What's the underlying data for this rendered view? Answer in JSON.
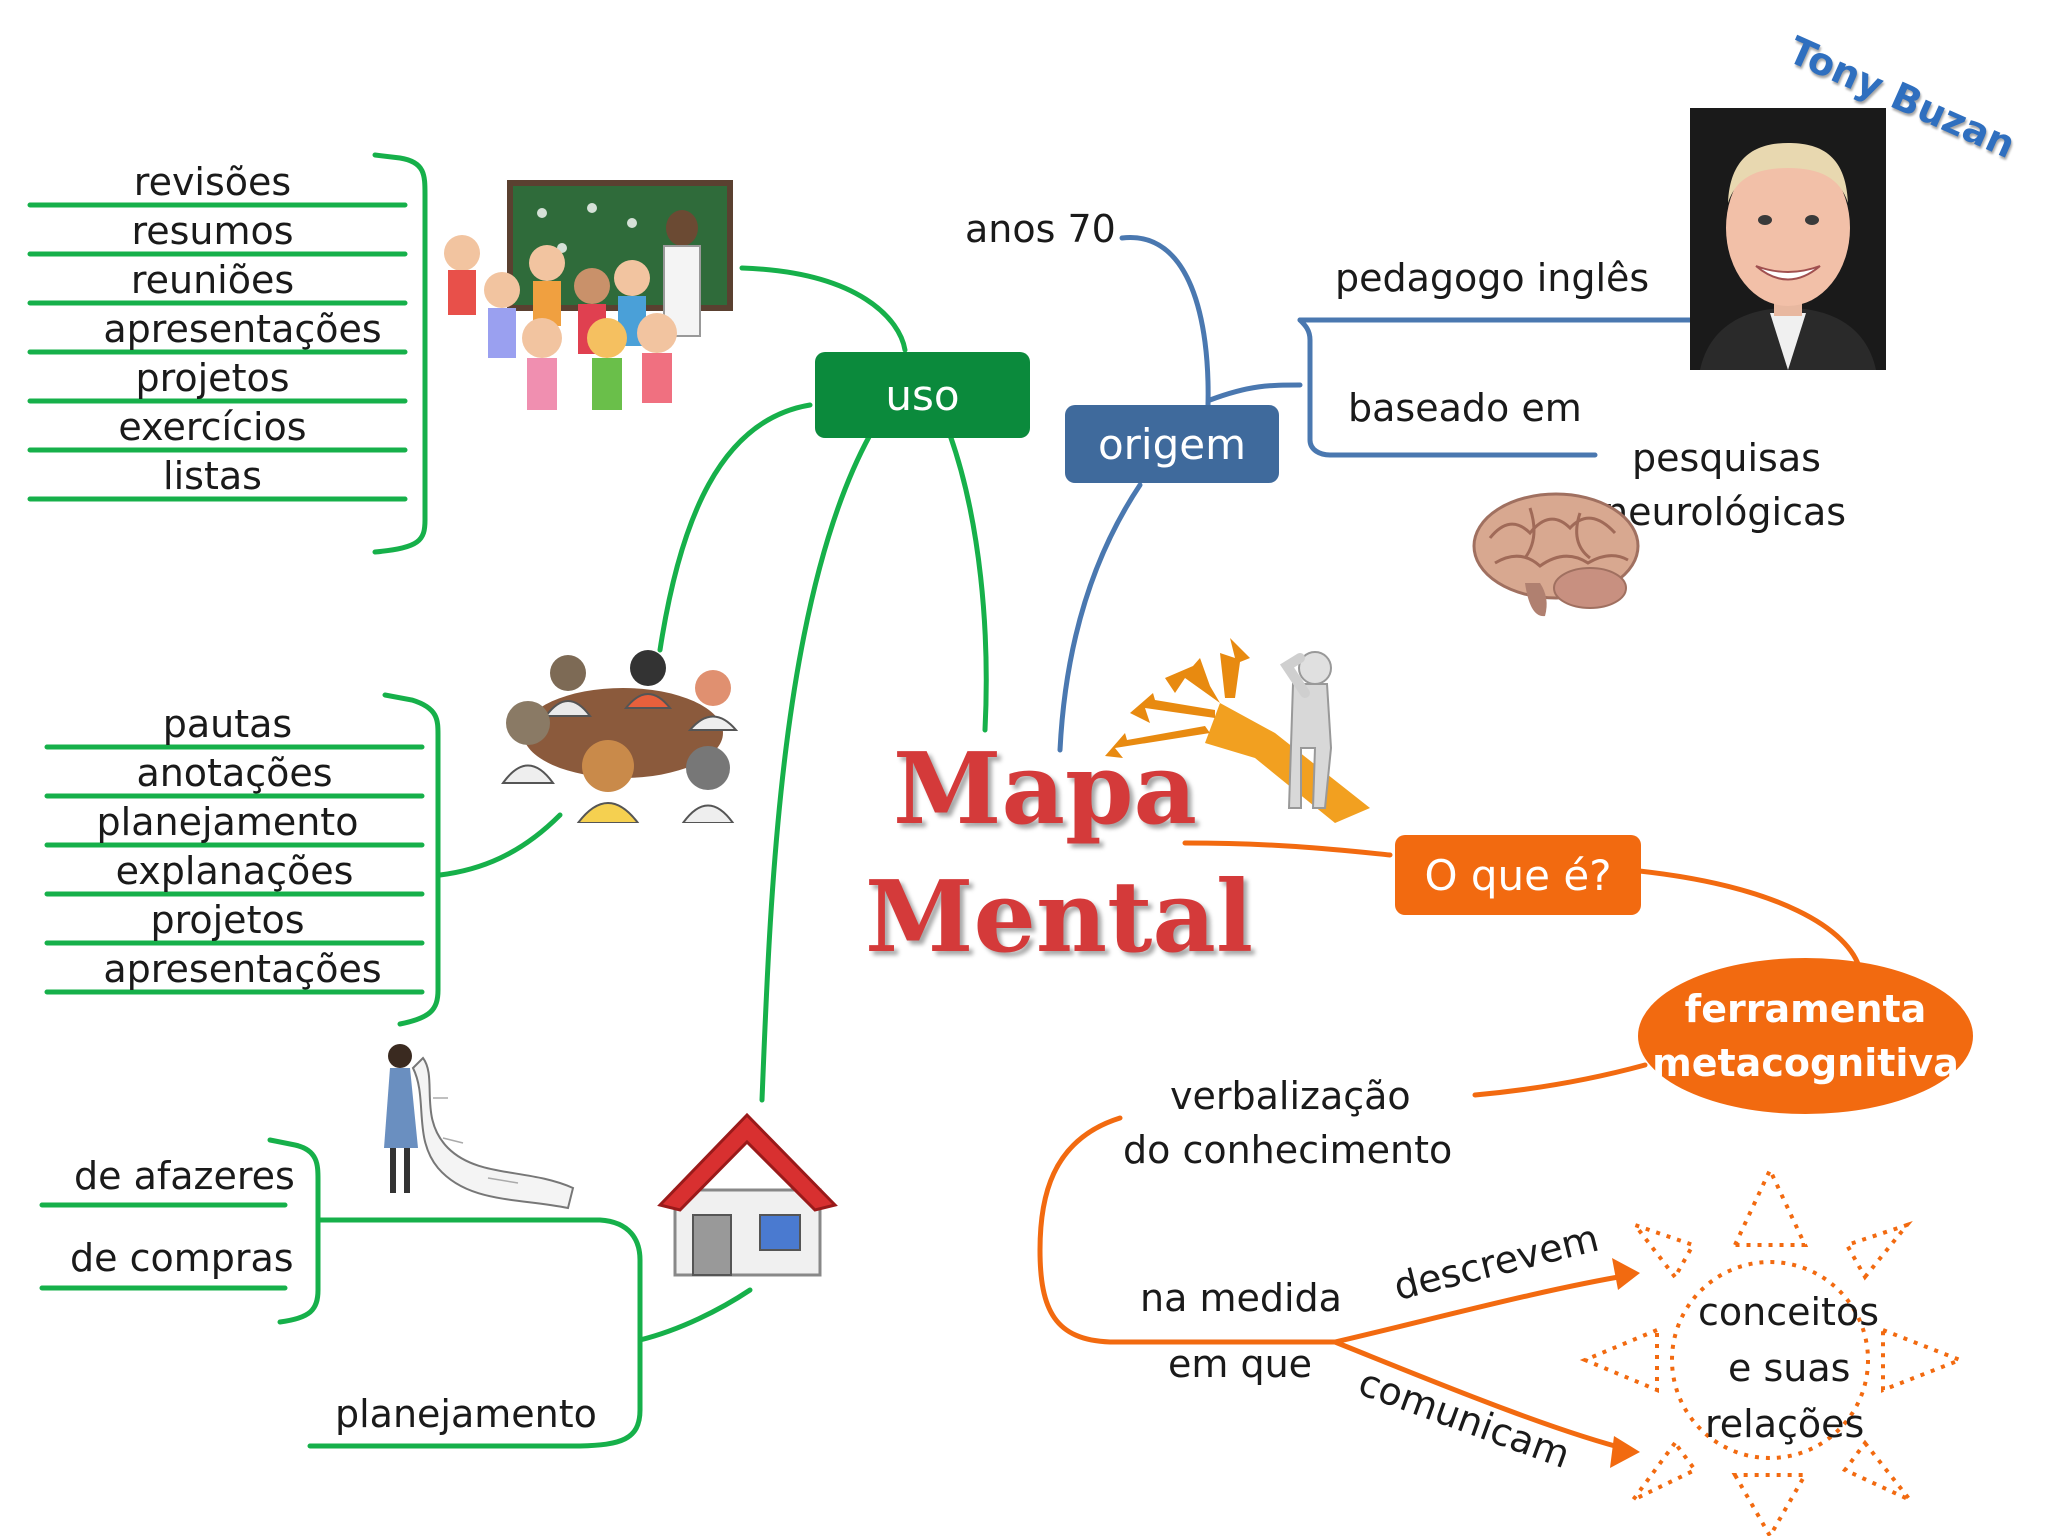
{
  "title": {
    "line1": "Mapa",
    "line2": "Mental"
  },
  "colors": {
    "green": "#0b8a3c",
    "green_line": "#16b04a",
    "blue": "#3f6a9c",
    "blue_line": "#4a78b0",
    "orange": "#f26a10"
  },
  "uso": {
    "label": "uso",
    "list1": [
      "revisões",
      "resumos",
      "reuniões",
      "apresentações",
      "projetos",
      "exercícios",
      "listas"
    ],
    "list2": [
      "pautas",
      "anotações",
      "planejamento",
      "explanações",
      "projetos",
      "apresentações"
    ],
    "list3": [
      "de afazeres",
      "de compras"
    ],
    "planejamento": "planejamento"
  },
  "origem": {
    "label": "origem",
    "anos": "anos 70",
    "pedagogo": "pedagogo inglês",
    "baseado": "baseado em",
    "pesquisas": [
      "pesquisas",
      "neurológicas"
    ],
    "author": "Tony Buzan"
  },
  "oque": {
    "label": "O que é?",
    "ferramenta": [
      "ferramenta",
      "metacognitiva"
    ],
    "verbalizacao": [
      "verbalização",
      "do conhecimento"
    ],
    "na_medida": [
      "na medida",
      "em que"
    ],
    "descrevem": "descrevem",
    "comunicam": "comunicam",
    "conceitos": [
      "conceitos",
      "e suas",
      "relações"
    ]
  },
  "icons": [
    "classroom-illustration",
    "meeting-table-illustration",
    "house-icon",
    "list-writer-illustration",
    "tony-buzan-portrait",
    "brain-illustration",
    "thinking-figure-arrows-illustration",
    "sun-illustration"
  ]
}
